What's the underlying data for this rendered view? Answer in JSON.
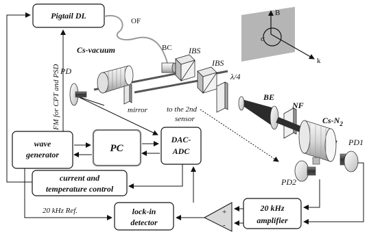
{
  "labels": {
    "pigtail_dl": "Pigtail DL",
    "of": "OF",
    "bc": "BC",
    "ibs1": "IBS",
    "ibs2": "IBS",
    "lambda4": "λ/4",
    "be": "BE",
    "nf": "NF",
    "cs_vacuum": "Cs-vacuum",
    "pd": "PD",
    "mirror": "mirror",
    "to_second_sensor_1": "to the 2nd",
    "to_second_sensor_2": "sensor",
    "cs_n2": "Cs-N",
    "cs_n2_sub": "2",
    "pd1": "PD1",
    "pd2": "PD2",
    "fm": "FM for CPT and PSD",
    "wave_generator_1": "wave",
    "wave_generator_2": "generator",
    "pc": "PC",
    "dac_adc_1": "DAC-",
    "dac_adc_2": "ADC",
    "current_temp_1": "current and",
    "current_temp_2": "temperature control",
    "ref": "20 kHz Ref.",
    "lockin_1": "lock-in",
    "lockin_2": "detector",
    "amplifier_1": "20 kHz",
    "amplifier_2": "amplifier",
    "plus": "+",
    "minus": "-",
    "b_field": "B",
    "sigma": "σ",
    "k_vec": "k"
  }
}
